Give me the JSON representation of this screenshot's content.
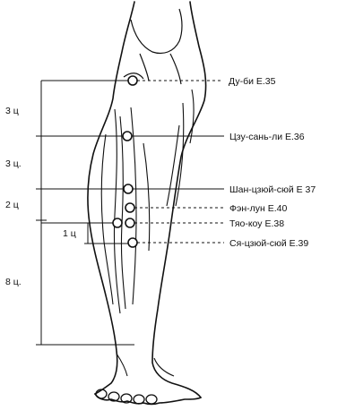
{
  "figure": {
    "ink_color": "#111111",
    "background": "#ffffff",
    "subject": "lower-leg-and-foot-line-drawing"
  },
  "points": [
    {
      "id": "e35",
      "label": "Ду-би Е.35"
    },
    {
      "id": "e36",
      "label": "Цзу-сань-ли Е.36"
    },
    {
      "id": "e37",
      "label": "Шан-цзюй-сюй Е 37"
    },
    {
      "id": "e40",
      "label": "Фэн-лун Е.40"
    },
    {
      "id": "e38",
      "label": "Тяо-коу Е.38"
    },
    {
      "id": "e39",
      "label": "Ся-цзюй-сюй Е.39"
    }
  ],
  "measurements": [
    {
      "id": "m3a",
      "label": "3 ц"
    },
    {
      "id": "m3b",
      "label": "3 ц."
    },
    {
      "id": "m2",
      "label": "2 ц"
    },
    {
      "id": "m1",
      "label": "1 ц"
    },
    {
      "id": "m8",
      "label": "8 ц."
    }
  ]
}
